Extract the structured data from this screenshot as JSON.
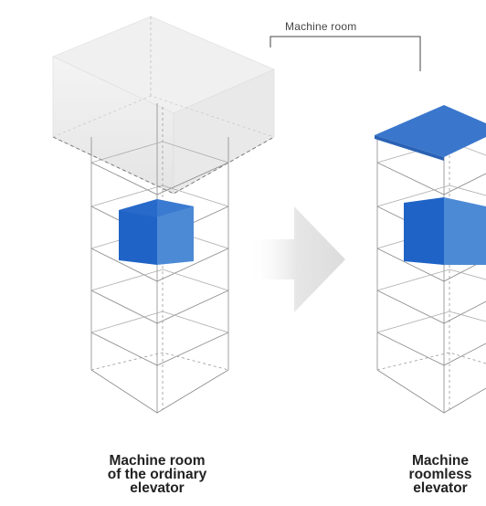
{
  "callout": {
    "label": "Machine room"
  },
  "captions": {
    "left": "Machine room\nof the ordinary\nelevator",
    "right": "Machine\nroomless\nelevator"
  },
  "colors": {
    "car_front": "#1f63c6",
    "car_side": "#4d8ad6",
    "roof": "#3a77cc",
    "machine_room": "#ececec",
    "shaft_line": "#8a8a8a",
    "arrow": "#e3e3e3"
  }
}
